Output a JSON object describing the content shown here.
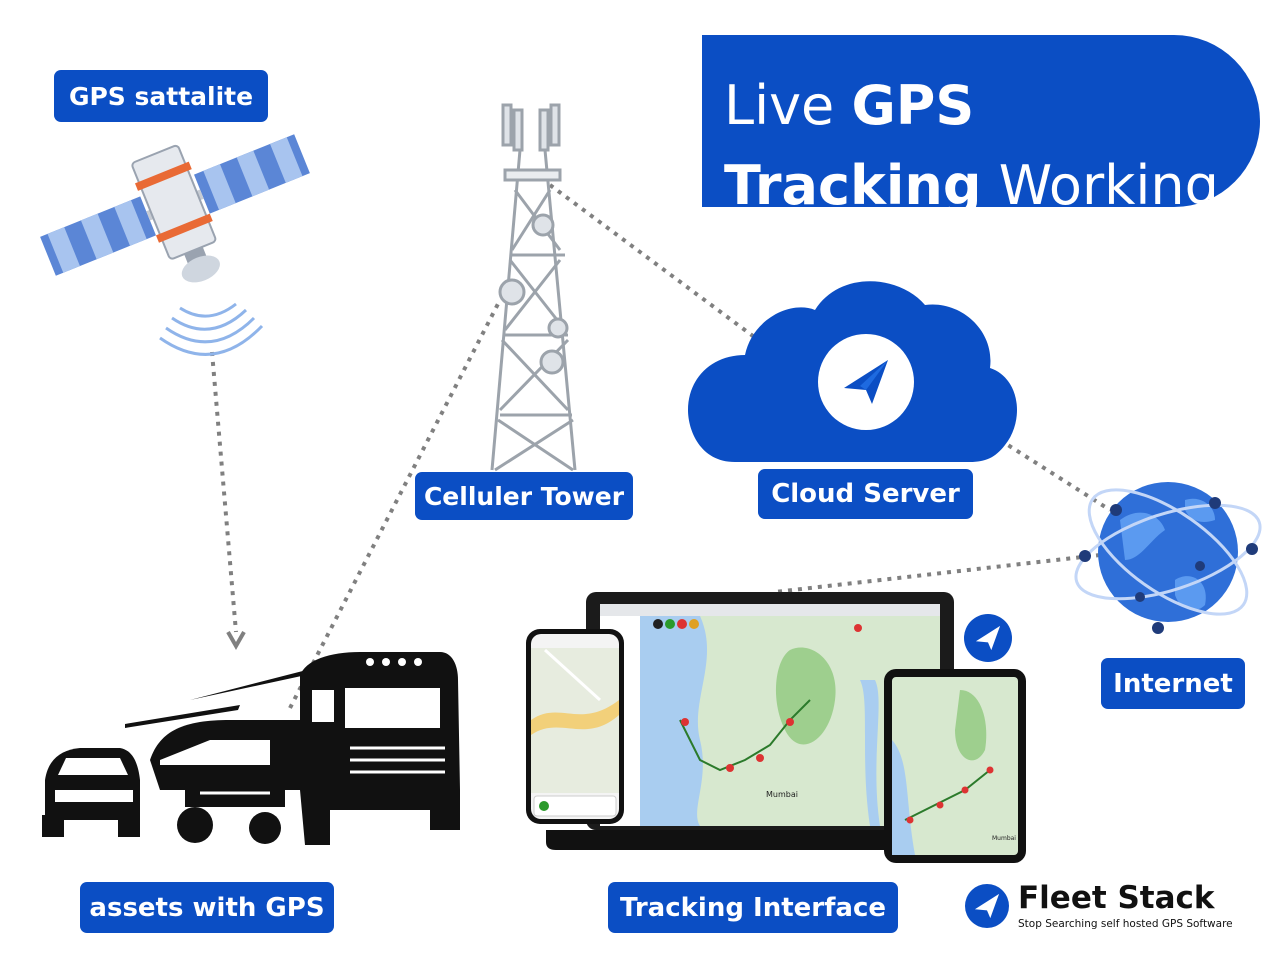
{
  "title": {
    "line1_light": "Live",
    "line1_bold": "GPS",
    "line2_bold": "Tracking",
    "line2_light": "Working"
  },
  "nodes": {
    "satellite": "GPS sattalite",
    "tower": "Celluler Tower",
    "cloud": "Cloud Server",
    "internet": "Internet",
    "assets": "assets with GPS",
    "interface": "Tracking Interface"
  },
  "map_text": {
    "city": "Mumbai"
  },
  "brand": {
    "name": "Fleet Stack",
    "tagline": "Stop Searching self hosted GPS Software"
  },
  "colors": {
    "accent": "#0b4ec4",
    "light_blue": "#6f9fe0",
    "connector": "#808080"
  },
  "icons": [
    "satellite-icon",
    "cell-tower-icon",
    "cloud-icon",
    "globe-icon",
    "truck-icon",
    "van-icon",
    "car-icon",
    "laptop-icon",
    "phone-icon",
    "tablet-icon",
    "fleet-stack-logo-icon"
  ]
}
